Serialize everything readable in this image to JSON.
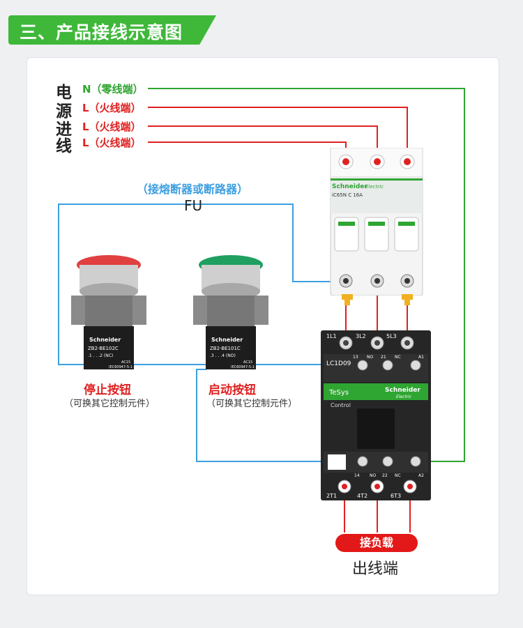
{
  "header": {
    "title": "三、产品接线示意图"
  },
  "power": {
    "chars": [
      "电",
      "源",
      "进",
      "线"
    ],
    "lines": [
      {
        "label": "N（零线端）",
        "color": "#2fa532"
      },
      {
        "label": "L（火线端）",
        "color": "#e02020"
      },
      {
        "label": "L（火线端）",
        "color": "#e02020"
      },
      {
        "label": "L（火线端）",
        "color": "#e02020"
      }
    ]
  },
  "fuse": {
    "caption": "（接熔断器或断路器）",
    "label": "FU"
  },
  "breaker": {
    "brand": "Schneider",
    "brand_sub": "Electric",
    "model": "iC65N   C 16A"
  },
  "stop_button": {
    "title": "停止按钮",
    "subtitle": "（可换其它控制元件）",
    "brand": "Schneider",
    "model": "ZB2-BE102C",
    "contacts": ".1 . . .2 (NC)",
    "spec_a": "AC15",
    "spec_b": "IEC60947-5-1",
    "cap_color": "#e04040"
  },
  "start_button": {
    "title": "启动按钮",
    "subtitle": "（可换其它控制元件）",
    "brand": "Schneider",
    "model": "ZB2-BE101C",
    "contacts": ".3 . . .4 (NO)",
    "spec_a": "AC15",
    "spec_b": "IEC60947-5-1",
    "cap_color": "#1fa060"
  },
  "contactor": {
    "top_terminals": [
      "1L1",
      "3L2",
      "5L3"
    ],
    "model": "LC1D09",
    "aux_top": [
      "13",
      "NO",
      "21",
      "NC",
      "A1"
    ],
    "brand_left": "TeSys",
    "brand_right": "Schneider",
    "brand_right_sub": "Electric",
    "control": "Control",
    "aux_bottom": [
      "14",
      "NO",
      "22",
      "NC",
      "A2"
    ],
    "bottom_terminals": [
      "2T1",
      "4T2",
      "6T3"
    ]
  },
  "load": {
    "label": "接负载"
  },
  "output": {
    "label": "出线端"
  },
  "colors": {
    "green": "#2fa532",
    "red": "#e02020",
    "blue": "#3d9fe0",
    "header": "#3fb83a"
  }
}
